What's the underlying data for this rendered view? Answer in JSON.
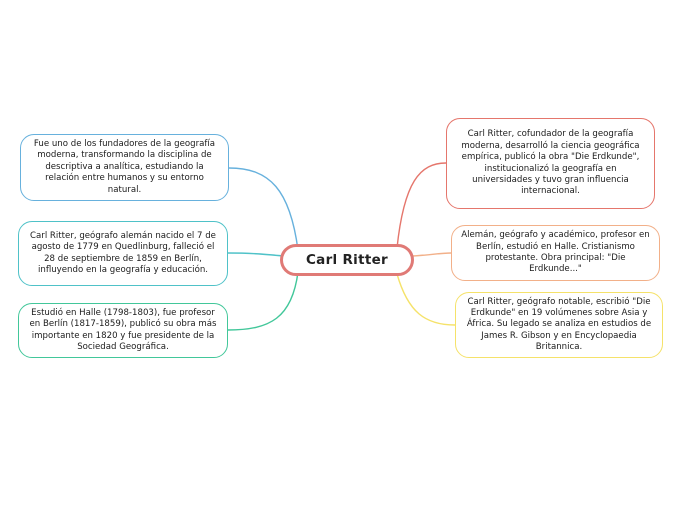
{
  "mindmap": {
    "central": "Carl Ritter",
    "left_nodes": [
      "Fue uno de los fundadores de la geografía moderna, transformando la disciplina de descriptiva a analítica, estudiando la relación entre humanos y su entorno natural.",
      "Carl Ritter, geógrafo alemán nacido el 7 de agosto de 1779 en Quedlinburg, falleció el 28 de septiembre de 1859 en Berlín, influyendo en la geografía y educación.",
      "Estudió en Halle (1798-1803), fue profesor en Berlín (1817-1859), publicó su obra más importante en 1820 y fue presidente de la Sociedad Geográfica."
    ],
    "right_nodes": [
      "Carl Ritter, cofundador de la geografía moderna, desarrolló la ciencia geográfica empírica, publicó la obra \"Die Erdkunde\", institucionalizó la geografía en universidades y tuvo gran influencia internacional.",
      "Alemán, geógrafo y académico, profesor en Berlín, estudió en Halle. Cristianismo protestante. Obra principal: \"Die Erdkunde...\"",
      "Carl Ritter, geógrafo notable, escribió \"Die Erdkunde\" en 19 volúmenes sobre Asia y África. Su legado se analiza en estudios de James R. Gibson y en Encyclopaedia Britannica."
    ]
  },
  "colors": {
    "central_border": "#e07a76",
    "left_1": "#67b1dd",
    "left_2": "#4fc2c8",
    "left_3": "#42c79a",
    "right_1": "#e5766c",
    "right_2": "#f2b089",
    "right_3": "#f5e26a"
  }
}
